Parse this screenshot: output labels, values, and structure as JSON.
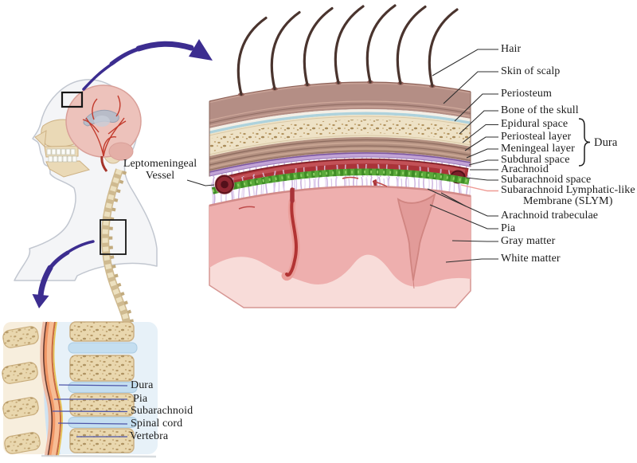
{
  "main_diagram": {
    "vessel_label": {
      "line1": "Leptomeningeal",
      "line2": "Vessel"
    },
    "brace_label": "Dura",
    "labels": {
      "hair": "Hair",
      "skin": "Skin of scalp",
      "periosteum": "Periosteum",
      "bone": "Bone of the skull",
      "epidural": "Epidural space",
      "periosteal": "Periosteal layer",
      "meningeal": "Meningeal layer",
      "subdural": "Subdural space",
      "arachnoid": "Arachnoid",
      "subarachnoid": "Subarachnoid space",
      "slym1": "Subarachnoid Lymphatic-like",
      "slym2": "Membrane (SLYM)",
      "trabeculae": "Arachnoid trabeculae",
      "pia": "Pia",
      "gray": "Gray matter",
      "white": "White matter"
    }
  },
  "spine_diagram": {
    "labels": {
      "dura": "Dura",
      "pia": "Pia",
      "subarachnoid": "Subarachnoid",
      "spinal_cord": "Spinal cord",
      "vertebra": "Vertebra"
    }
  },
  "colors": {
    "arrow": "#3c2d90",
    "leader": "#2e2e2e",
    "slym_leader": "#ef9a94",
    "spine_leader": "#4d55a9",
    "skin": "#b48e85",
    "periosteum_blue": "#aed2dc",
    "bone": "#eee2c6",
    "dura_purple": "#c2a4d6",
    "subarachnoid_red": "#aa3339",
    "slym_green": "#5aa93a",
    "gray_matter": "#eeafae",
    "white_matter": "#f8dcd9",
    "spinal_cord_orange": "#f09565"
  }
}
